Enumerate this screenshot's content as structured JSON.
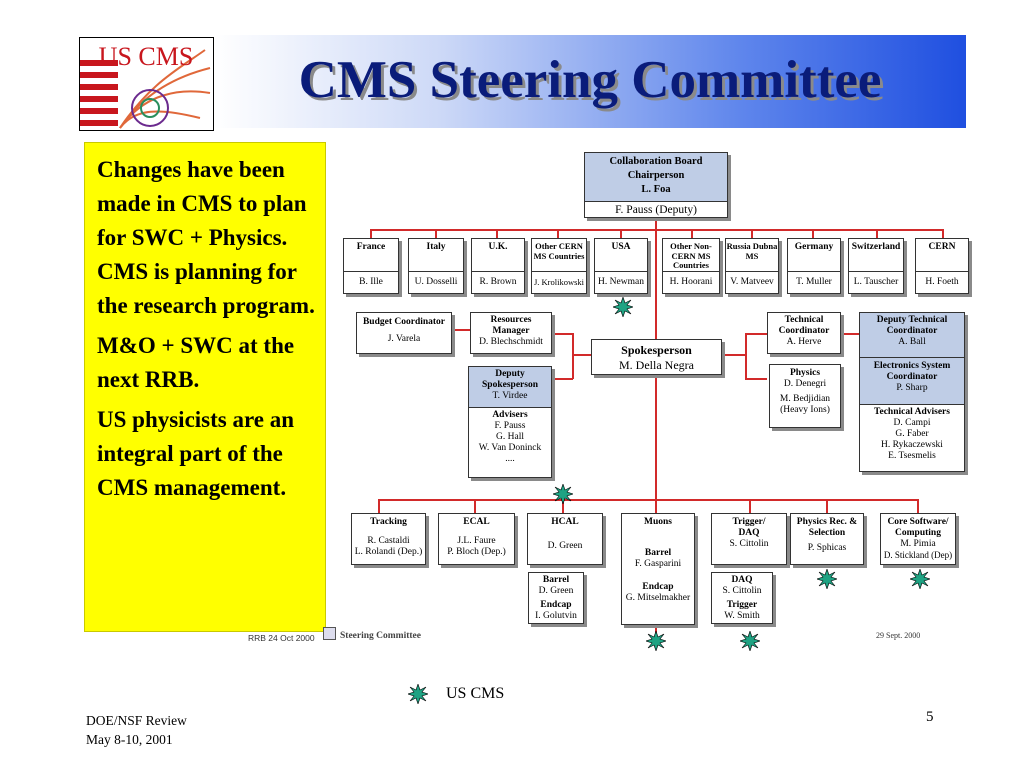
{
  "slide": {
    "title": "CMS Steering Committee",
    "logo_text": "US CMS",
    "note_paragraphs": [
      "Changes have been made in CMS to plan for SWC + Physics. CMS is planning for the research program.",
      "M&O + SWC at the next RRB.",
      "US physicists are an integral part of the CMS management."
    ],
    "footer_left_line1": "DOE/NSF Review",
    "footer_left_line2": "May 8-10, 2001",
    "page_number": "5",
    "legend_label": "US CMS",
    "chart_footer_left": "RRB 24 Oct 2000",
    "chart_footer_title": "Steering Committee",
    "chart_footer_date": "29 Sept. 2000"
  },
  "org": {
    "board": {
      "title_lines": [
        "Collaboration Board",
        "Chairperson",
        "L. Foa"
      ],
      "deputy": "F. Pauss (Deputy)"
    },
    "countries": [
      {
        "title": "France",
        "name": "B. Ille"
      },
      {
        "title": "Italy",
        "name": "U. Dosselli"
      },
      {
        "title": "U.K.",
        "name": "R. Brown"
      },
      {
        "title": "Other CERN MS Countries",
        "name": "J. Krolikowski"
      },
      {
        "title": "USA",
        "name": "H. Newman"
      },
      {
        "title": "Other Non-CERN MS Countries",
        "name": "H. Hoorani"
      },
      {
        "title": "Russia Dubna MS",
        "name": "V. Matveev"
      },
      {
        "title": "Germany",
        "name": "T. Muller"
      },
      {
        "title": "Switzerland",
        "name": "L. Tauscher"
      },
      {
        "title": "CERN",
        "name": "H. Foeth"
      }
    ],
    "budget": {
      "title": "Budget Coordinator",
      "name": "J. Varela"
    },
    "resources": {
      "title": "Resources Manager",
      "name": "D. Blechschmidt"
    },
    "spokesperson": {
      "title": "Spokesperson",
      "name": "M. Della Negra"
    },
    "deputy_spokes": {
      "title": "Deputy Spokesperson",
      "name": "T. Virdee"
    },
    "advisers": {
      "title": "Advisers",
      "names": [
        "F. Pauss",
        "G. Hall",
        "W. Van Doninck",
        "...."
      ]
    },
    "tech_coord": {
      "title": "Technical Coordinator",
      "name": "A. Herve"
    },
    "physics": {
      "title": "Physics",
      "names": [
        "D. Denegri",
        "M. Bedjidian",
        "(Heavy Ions)"
      ]
    },
    "deputy_tech": {
      "title": "Deputy Technical Coordinator",
      "name": "A. Ball"
    },
    "electronics": {
      "title": "Electronics System Coordinator",
      "name": "P. Sharp"
    },
    "tech_advisers": {
      "title": "Technical Advisers",
      "names": [
        "D. Campi",
        "G. Faber",
        "H. Rykaczewski",
        "E. Tsesmelis"
      ]
    },
    "projects": [
      {
        "title": "Tracking",
        "names": [
          "R. Castaldi",
          "L. Rolandi (Dep.)"
        ]
      },
      {
        "title": "ECAL",
        "names": [
          "J.L. Faure",
          "P. Bloch (Dep.)"
        ]
      },
      {
        "title": "HCAL",
        "names": [
          "D. Green"
        ]
      },
      {
        "title": "Muons",
        "names": [
          "Barrel",
          "F. Gasparini",
          "Endcap",
          "G. Mitselmakher"
        ]
      },
      {
        "title": "Trigger/ DAQ",
        "names": [
          "S. Cittolin"
        ]
      },
      {
        "title": "Physics Rec. & Selection",
        "names": [
          "P. Sphicas"
        ]
      },
      {
        "title": "Core Software/ Computing",
        "names": [
          "M. Pimia",
          "D. Stickland (Dep)"
        ]
      }
    ],
    "hcal_sub": [
      "Barrel",
      "D. Green",
      "Endcap",
      "I. Golutvin"
    ],
    "trigger_sub": [
      "DAQ",
      "S. Cittolin",
      "Trigger",
      "W. Smith"
    ]
  },
  "colors": {
    "connector": "#d22a2a",
    "note_bg": "#ffff00",
    "title_text": "#0a1c7a",
    "shade": "#bfcde6",
    "star": "#1fa383"
  },
  "icons": {
    "us_cms_marker": "starburst-icon"
  }
}
